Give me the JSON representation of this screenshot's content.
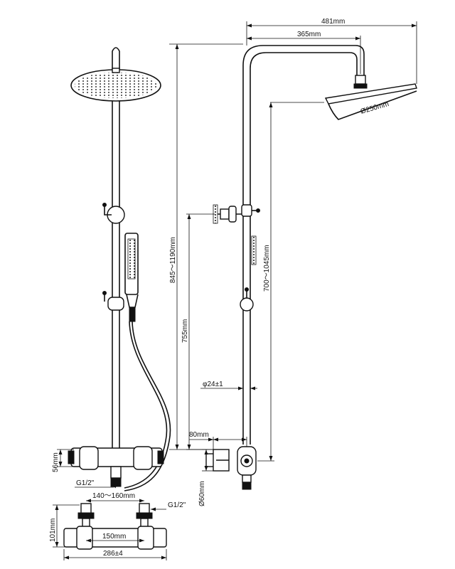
{
  "labels": {
    "overall_width": "481mm",
    "arm_length": "365mm",
    "head_diameter": "Ø250mm",
    "height_range": "845～1190mm",
    "pipe_length": "755mm",
    "slide_range": "700～1045mm",
    "pipe_diameter": "φ24±1",
    "wall_offset": "80mm",
    "body_depth": "Ø60mm",
    "body_height": "56mm",
    "thread_bottom": "G1/2\"",
    "thread_inlet": "G1/2\"",
    "inlet_spacing": "140～160mm",
    "body_front_height": "101mm",
    "inlet_center": "150mm",
    "body_length": "286±4"
  }
}
